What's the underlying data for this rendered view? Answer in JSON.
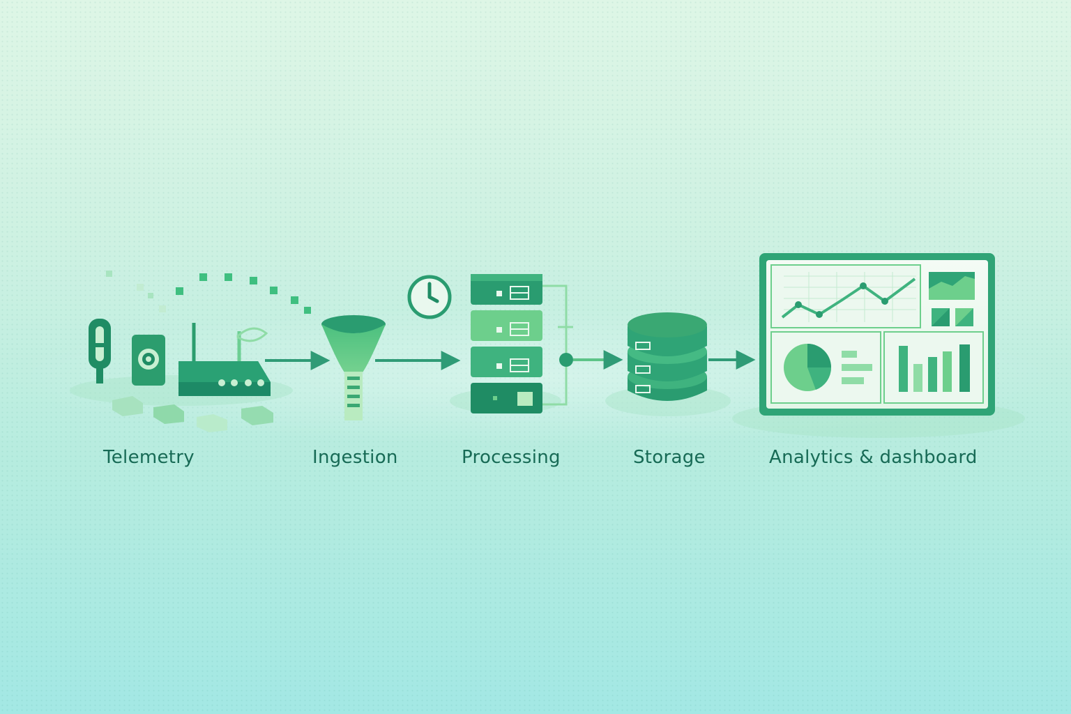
{
  "colors": {
    "dark": "#1f8c64",
    "mid": "#3aa873",
    "light": "#8fdca6",
    "pale": "#c8efd2",
    "arrow": "#2f9b76",
    "label": "#176a55"
  },
  "stages": [
    {
      "id": "telemetry",
      "label": "Telemetry",
      "icon": "sensor-devices-icon"
    },
    {
      "id": "ingestion",
      "label": "Ingestion",
      "icon": "funnel-icon"
    },
    {
      "id": "processing",
      "label": "Processing",
      "icon": "server-stack-icon"
    },
    {
      "id": "storage",
      "label": "Storage",
      "icon": "database-icon"
    },
    {
      "id": "analytics",
      "label": "Analytics & dashboard",
      "icon": "dashboard-icon"
    }
  ],
  "icons": {
    "clock": "clock-icon",
    "router": "router-icon",
    "sensor": "sensor-icon",
    "packets": "data-packet-icon"
  }
}
